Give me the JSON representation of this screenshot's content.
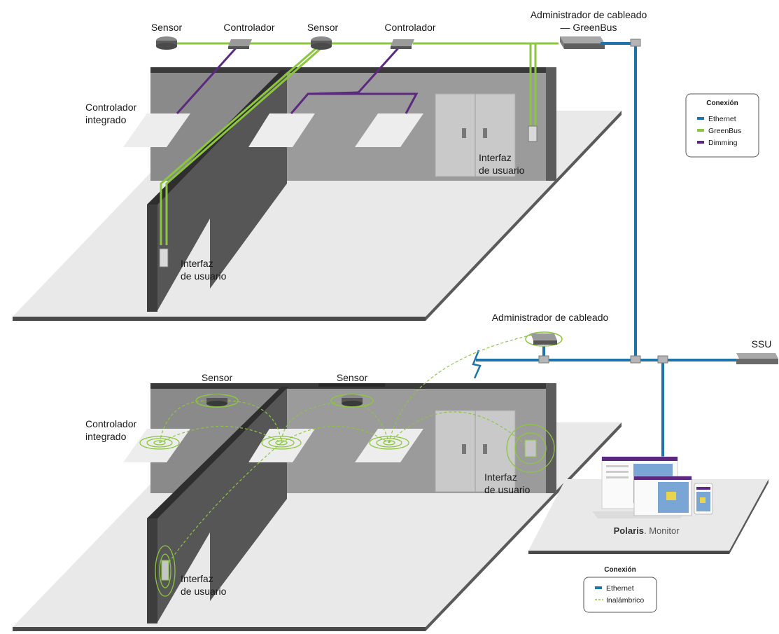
{
  "colors": {
    "ethernet": "#1e73a8",
    "greenbus": "#8cc63f",
    "dimming": "#5b2a7e",
    "wireless": "#8cc63f"
  },
  "top_floor": {
    "sensor_left": "Sensor",
    "controller_left": "Controlador",
    "sensor_center": "Sensor",
    "controller_center": "Controlador",
    "wiring_manager_line1": "Administrador de cableado",
    "wiring_manager_line2": "— GreenBus",
    "integrated_controller_line1": "Controlador",
    "integrated_controller_line2": "integrado",
    "ui_door_line1": "Interfaz",
    "ui_door_line2": "de usuario",
    "ui_wall_line1": "Interfaz",
    "ui_wall_line2": "de usuario"
  },
  "legend_top": {
    "title": "Conexión",
    "items": [
      {
        "label": "Ethernet",
        "color": "#1e73a8",
        "style": "solid"
      },
      {
        "label": "GreenBus",
        "color": "#8cc63f",
        "style": "solid"
      },
      {
        "label": "Dimming",
        "color": "#5b2a7e",
        "style": "solid"
      }
    ]
  },
  "bottom_floor": {
    "wiring_manager": "Administrador de cableado",
    "ssu": "SSU",
    "sensor_left": "Sensor",
    "sensor_right": "Sensor",
    "integrated_controller_line1": "Controlador",
    "integrated_controller_line2": "integrado",
    "ui_door_line1": "Interfaz",
    "ui_door_line2": "de usuario",
    "ui_wall_line1": "Interfaz",
    "ui_wall_line2": "de usuario"
  },
  "monitor": {
    "brand_bold": "Polaris",
    "brand_rest": ". Monitor"
  },
  "legend_bottom": {
    "title": "Conexión",
    "items": [
      {
        "label": "Ethernet",
        "color": "#1e73a8",
        "style": "solid"
      },
      {
        "label": "Inalámbrico",
        "color": "#8cc63f",
        "style": "dashed"
      }
    ]
  }
}
